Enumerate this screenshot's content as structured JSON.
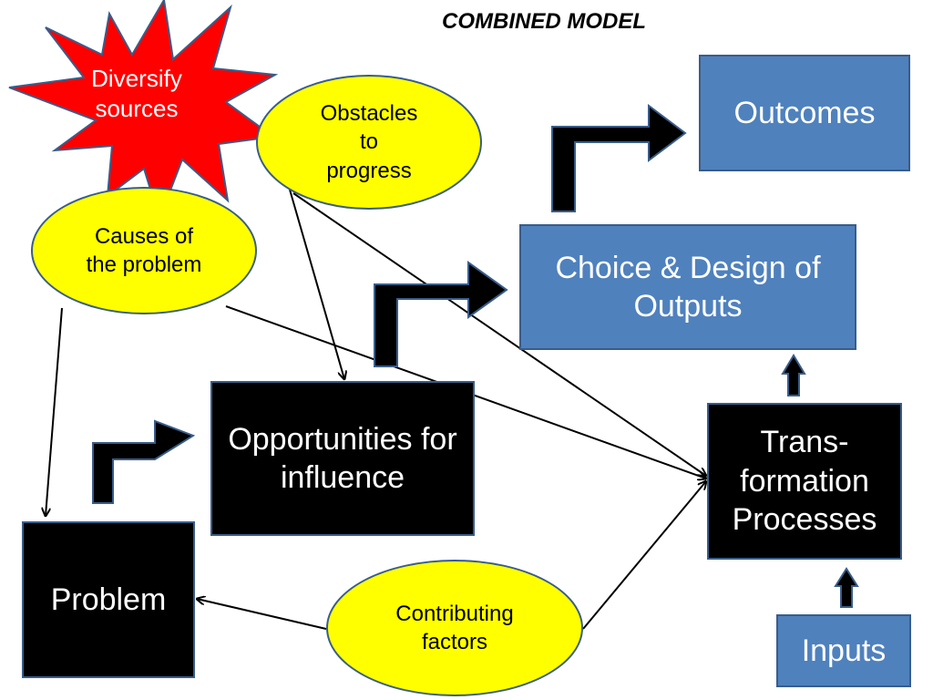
{
  "title": "COMBINED MODEL",
  "nodes": {
    "diversify": "Diversify sources",
    "obstacles": "Obstacles to progress",
    "causes": "Causes of the problem",
    "outcomes": "Outcomes",
    "choice_design": "Choice & Design of Outputs",
    "opportunities": "Opportunities for influence",
    "transformation": "Trans-formation Processes",
    "problem": "Problem",
    "contributing": "Contributing factors",
    "inputs": "Inputs"
  },
  "colors": {
    "box_blue": "#4f81bd",
    "box_border": "#385d8a",
    "oval_yellow": "#ffff00",
    "star_red": "#ff0000",
    "black_box": "#000000"
  }
}
